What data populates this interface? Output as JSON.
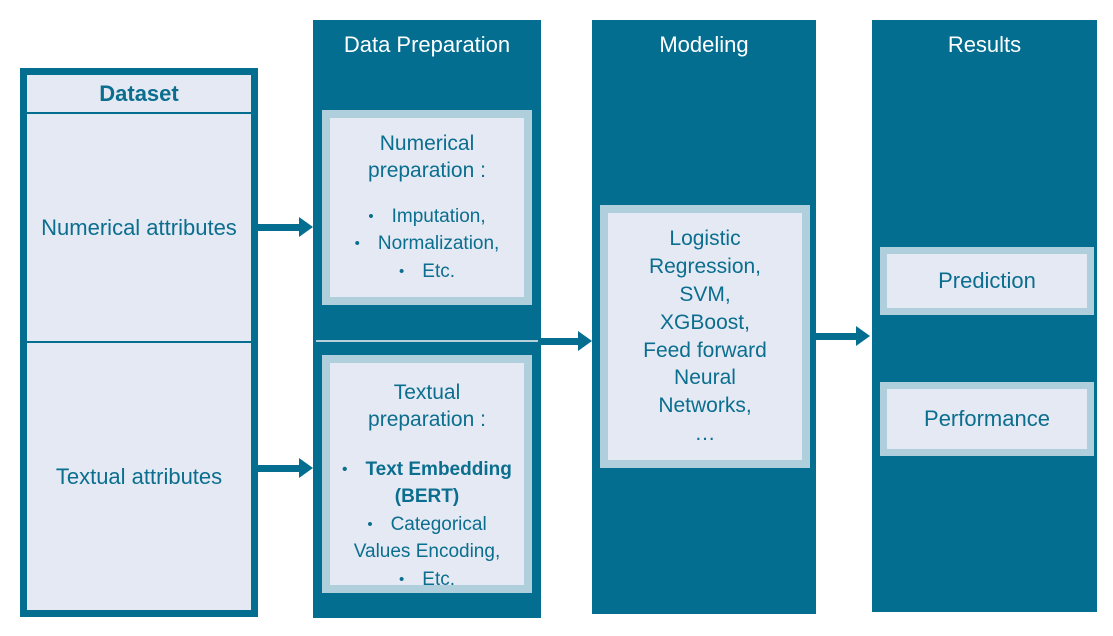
{
  "colors": {
    "teal": "#036e90",
    "panel": "#e4e9f4",
    "border-light": "#aecfdb",
    "text-teal": "#0b6e8e",
    "divider": "#b7cfdb",
    "white-text": "#ffffff"
  },
  "dataset": {
    "title": "Dataset",
    "rows": [
      {
        "label": "Numerical attributes"
      },
      {
        "label": "Textual attributes"
      }
    ]
  },
  "data_preparation": {
    "title": "Data Preparation",
    "numerical_box": {
      "heading": "Numerical\npreparation :",
      "bullets": [
        {
          "text": "Imputation,"
        },
        {
          "text": "Normalization,"
        },
        {
          "text": "Etc."
        }
      ]
    },
    "textual_box": {
      "heading": "Textual\npreparation :",
      "bullets": [
        {
          "lines": [
            "Text Embedding",
            "(BERT)"
          ],
          "bold": true
        },
        {
          "lines": [
            "Categorical",
            "Values Encoding,"
          ],
          "bold": false
        },
        {
          "lines": [
            "Etc."
          ],
          "bold": false
        }
      ]
    }
  },
  "modeling": {
    "title": "Modeling",
    "models_text": "Logistic\nRegression,\nSVM,\nXGBoost,\nFeed forward\nNeural\nNetworks,\n…"
  },
  "results": {
    "title": "Results",
    "boxes": [
      {
        "label": "Prediction"
      },
      {
        "label": "Performance"
      }
    ]
  },
  "bullet_glyph": "•"
}
